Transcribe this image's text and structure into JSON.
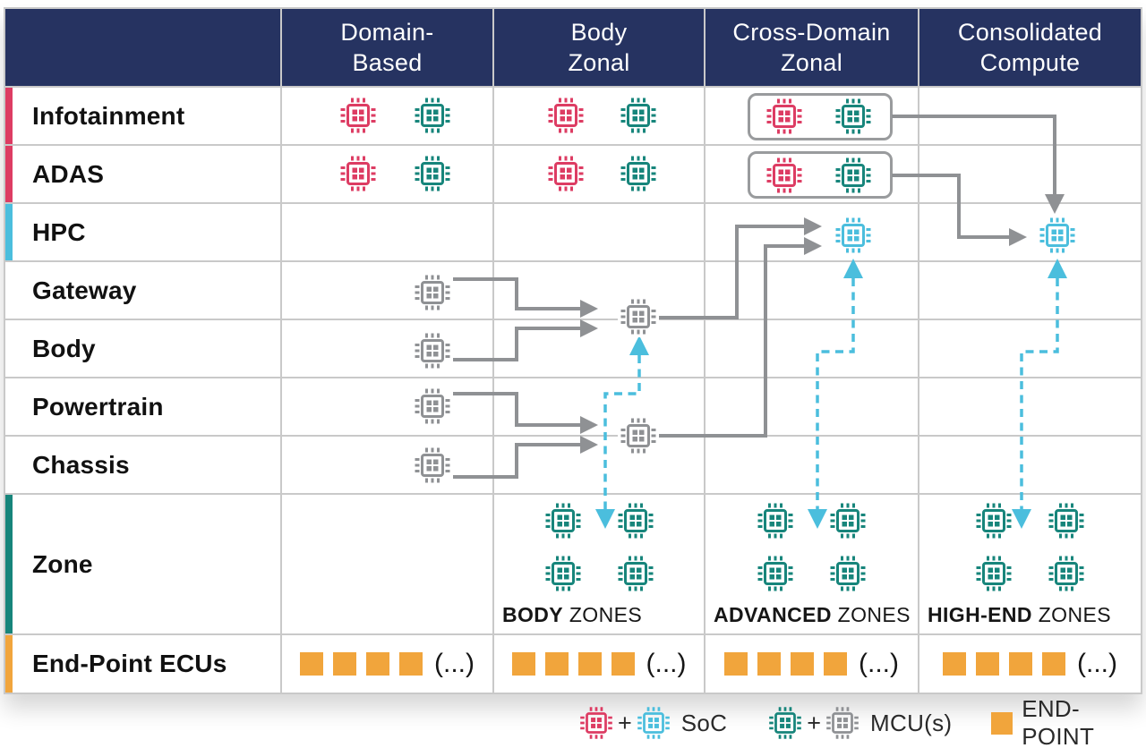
{
  "colors": {
    "navy": "#263361",
    "grid": "#c9c9c9",
    "red": "#dd3c63",
    "teal": "#17857b",
    "blue": "#4bbedd",
    "gray": "#8f9194",
    "orange": "#f1a53c",
    "box_gray": "#999b9d"
  },
  "header": {
    "columns": [
      {
        "line1": "Domain-",
        "line2": "Based"
      },
      {
        "line1": "Body",
        "line2": "Zonal"
      },
      {
        "line1": "Cross-Domain",
        "line2": "Zonal"
      },
      {
        "line1": "Consolidated",
        "line2": "Compute"
      }
    ]
  },
  "rows": [
    {
      "label": "Infotainment",
      "bar": "red"
    },
    {
      "label": "ADAS",
      "bar": "red"
    },
    {
      "label": "HPC",
      "bar": "blue"
    },
    {
      "label": "Gateway",
      "bar": null
    },
    {
      "label": "Body",
      "bar": null
    },
    {
      "label": "Powertrain",
      "bar": null
    },
    {
      "label": "Chassis",
      "bar": null
    },
    {
      "label": "Zone",
      "bar": "teal"
    },
    {
      "label": "End-Point ECUs",
      "bar": "orange"
    }
  ],
  "chips": [
    {
      "id": "info_db_soc",
      "role": "soc",
      "color": "red"
    },
    {
      "id": "info_db_mcu",
      "role": "mcu",
      "color": "teal"
    },
    {
      "id": "adas_db_soc",
      "role": "soc",
      "color": "red"
    },
    {
      "id": "adas_db_mcu",
      "role": "mcu",
      "color": "teal"
    },
    {
      "id": "info_bz_soc",
      "role": "soc",
      "color": "red"
    },
    {
      "id": "info_bz_mcu",
      "role": "mcu",
      "color": "teal"
    },
    {
      "id": "adas_bz_soc",
      "role": "soc",
      "color": "red"
    },
    {
      "id": "adas_bz_mcu",
      "role": "mcu",
      "color": "teal"
    },
    {
      "id": "info_cd_soc",
      "role": "soc",
      "color": "red"
    },
    {
      "id": "info_cd_mcu",
      "role": "mcu",
      "color": "teal"
    },
    {
      "id": "adas_cd_soc",
      "role": "soc",
      "color": "red"
    },
    {
      "id": "adas_cd_mcu",
      "role": "mcu",
      "color": "teal"
    },
    {
      "id": "gateway_db_mcu",
      "role": "mcu",
      "color": "gray"
    },
    {
      "id": "body_db_mcu",
      "role": "mcu",
      "color": "gray"
    },
    {
      "id": "powertrain_db_mcu",
      "role": "mcu",
      "color": "gray"
    },
    {
      "id": "chassis_db_mcu",
      "role": "mcu",
      "color": "gray"
    },
    {
      "id": "bz_zonal_mcu_upper",
      "role": "mcu",
      "color": "gray"
    },
    {
      "id": "bz_zonal_mcu_lower",
      "role": "mcu",
      "color": "gray"
    },
    {
      "id": "cd_hpc_soc",
      "role": "soc",
      "color": "blue"
    },
    {
      "id": "cc_hpc_soc",
      "role": "soc",
      "color": "blue"
    }
  ],
  "zone": {
    "chips_per_cell": 4,
    "chip_color": "teal",
    "labels": [
      {
        "bold": "BODY",
        "rest": " ZONES"
      },
      {
        "bold": "ADVANCED",
        "rest": " ZONES"
      },
      {
        "bold": "HIGH-END",
        "rest": " ZONES"
      }
    ]
  },
  "endpoint": {
    "squares_per_cell": 4,
    "ellipsis": "(...)"
  },
  "legend": {
    "plus": "+",
    "items": [
      {
        "label": "SoC"
      },
      {
        "label": "MCU(s)"
      },
      {
        "label": "END-POINT"
      }
    ]
  }
}
